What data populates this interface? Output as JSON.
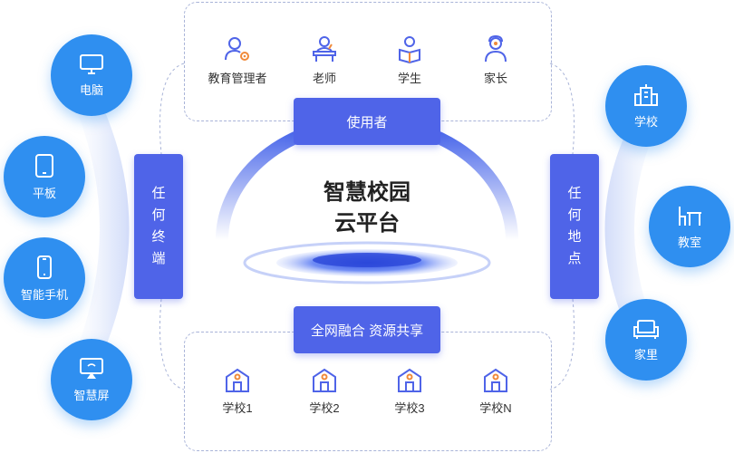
{
  "colors": {
    "accent": "#4f64e8",
    "circle": "#2f8ff0",
    "icon": "#4f64e8"
  },
  "center": {
    "line1": "智慧校园",
    "line2": "云平台"
  },
  "top_bar": "使用者",
  "bottom_bar": "全网融合 资源共享",
  "left_bar": [
    "任",
    "何",
    "终",
    "端"
  ],
  "right_bar": [
    "任",
    "何",
    "地",
    "点"
  ],
  "users": [
    {
      "label": "教育管理者",
      "icon": "admin-gear-icon"
    },
    {
      "label": "老师",
      "icon": "teacher-icon"
    },
    {
      "label": "学生",
      "icon": "student-reading-icon"
    },
    {
      "label": "家长",
      "icon": "parent-icon"
    }
  ],
  "schools": [
    {
      "label": "学校1",
      "icon": "school-building-icon"
    },
    {
      "label": "学校2",
      "icon": "school-building-icon"
    },
    {
      "label": "学校3",
      "icon": "school-building-icon"
    },
    {
      "label": "学校N",
      "icon": "school-building-icon"
    }
  ],
  "terminals": [
    {
      "label": "电脑",
      "icon": "monitor-icon"
    },
    {
      "label": "平板",
      "icon": "tablet-icon"
    },
    {
      "label": "智能手机",
      "icon": "smartphone-icon"
    },
    {
      "label": "智慧屏",
      "icon": "smart-screen-icon"
    }
  ],
  "places": [
    {
      "label": "学校",
      "icon": "school-icon"
    },
    {
      "label": "教室",
      "icon": "classroom-desk-icon"
    },
    {
      "label": "家里",
      "icon": "sofa-icon"
    }
  ]
}
